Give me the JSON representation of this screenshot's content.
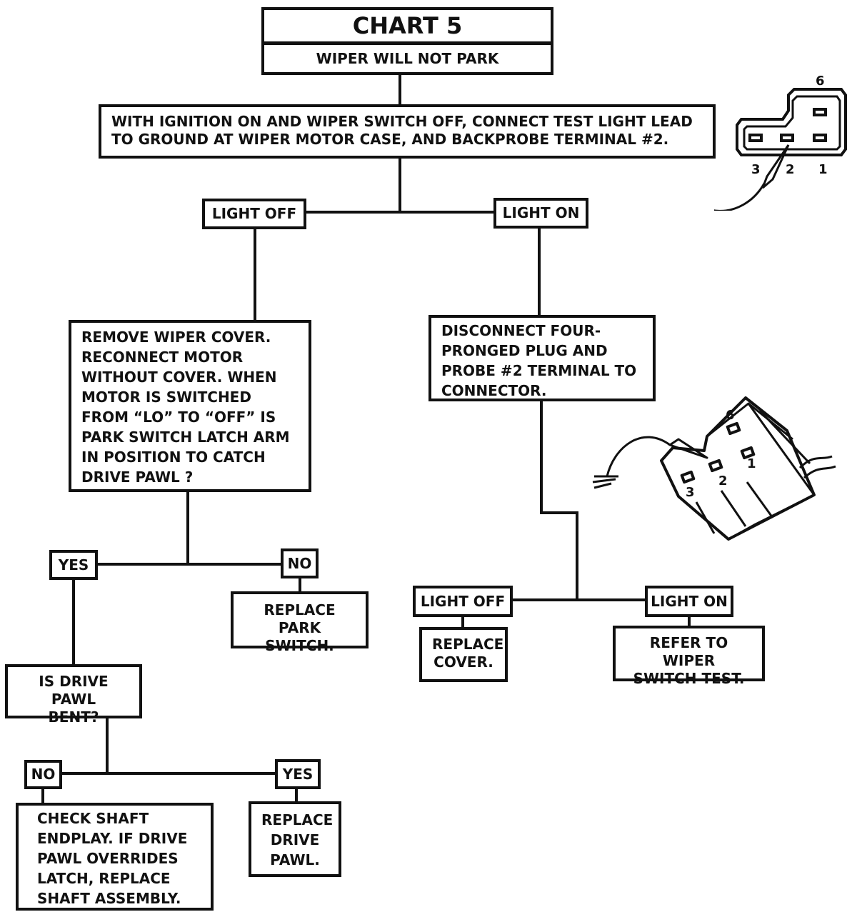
{
  "header": {
    "title": "CHART 5",
    "subtitle": "WIPER WILL NOT PARK"
  },
  "steps": {
    "start": "WITH IGNITION ON AND WIPER SWITCH OFF, CONNECT TEST LIGHT LEAD\nTO GROUND AT WIPER MOTOR CASE, AND BACKPROBE TERMINAL #2.",
    "remove_cover": "REMOVE WIPER COVER.\nRECONNECT MOTOR\nWITHOUT COVER. WHEN\nMOTOR IS SWITCHED\nFROM “LO” TO “OFF” IS\nPARK SWITCH LATCH ARM\nIN POSITION TO CATCH\nDRIVE PAWL ?",
    "disconnect": "DISCONNECT FOUR-\nPRONGED PLUG AND\nPROBE #2 TERMINAL TO\nCONNECTOR.",
    "replace_park_switch": "REPLACE PARK\nSWITCH.",
    "drive_pawl_bent": "IS DRIVE PAWL\nBENT?",
    "replace_cover": "REPLACE\nCOVER.",
    "refer_switch_test": "REFER TO WIPER\nSWITCH TEST.",
    "check_shaft": "CHECK SHAFT\nENDPLAY. IF DRIVE\nPAWL OVERRIDES\nLATCH, REPLACE\nSHAFT ASSEMBLY.",
    "replace_drive_pawl": "REPLACE\nDRIVE\nPAWL."
  },
  "labels": {
    "light_off_1": "LIGHT OFF",
    "light_on_1": "LIGHT ON",
    "yes_1": "YES",
    "no_1": "NO",
    "light_off_2": "LIGHT OFF",
    "light_on_2": "LIGHT ON",
    "no_2": "NO",
    "yes_2": "YES"
  },
  "connector_top": {
    "pin_1": "1",
    "pin_2": "2",
    "pin_3": "3",
    "pin_6": "6"
  },
  "connector_iso": {
    "pin_2": "2",
    "pin_3": "3",
    "pin_6": "6",
    "pin_1": "1"
  },
  "icons": [
    "ground-symbol-icon",
    "test-probe-icon",
    "connector-plug-icon"
  ]
}
